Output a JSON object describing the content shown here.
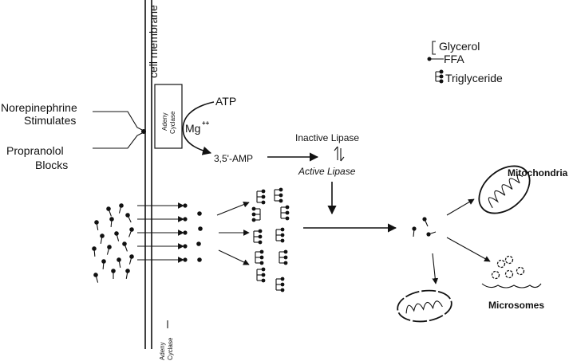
{
  "labels": {
    "cell_membrane": "cell membrane",
    "norepinephrine": "Norepinephrine",
    "stimulates": "Stimulates",
    "propranolol": "Propranolol",
    "blocks": "Blocks",
    "adenyl_cyclase_top_1": "Adeny",
    "adenyl_cyclase_top_2": "Cyclase",
    "adenyl_cyclase_bottom_1": "Adeny",
    "adenyl_cyclase_bottom_2": "Cyclase",
    "atp": "ATP",
    "magnesium": "Mg",
    "magnesium_charge": "++",
    "camp": "3,5'-AMP",
    "inactive_lipase": "Inactive Lipase",
    "active_lipase": "Active Lipase",
    "mitochondria": "Mitochondria",
    "microsomes": "Microsomes"
  },
  "legend": {
    "glycerol": "Glycerol",
    "ffa": "FFA",
    "triglyceride": "Triglyceride"
  }
}
